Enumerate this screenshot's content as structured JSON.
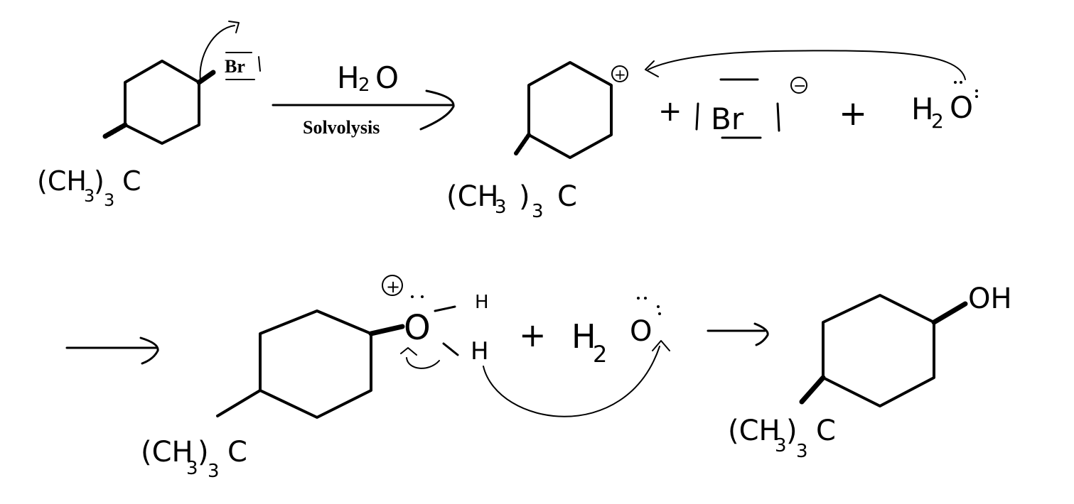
{
  "reaction": {
    "reactant": {
      "leaving_group": "Br",
      "substituent": "(CH3)3C",
      "substituent_parts": {
        "open": "(CH",
        "sub3": "3",
        "close": ")",
        "sub3b": "3",
        "tail": "C"
      }
    },
    "step1_arrow": {
      "reagent_top": "H2O",
      "reagent_top_parts": {
        "h": "H",
        "sub": "2",
        "o": "O"
      },
      "reagent_bottom": "Solvolysis"
    },
    "intermediate": {
      "charge": "+",
      "substituent": "(CH3)3C",
      "plus1": "+",
      "bromide": "Br",
      "bromide_charge": "−",
      "plus2": "+",
      "water_h": "H",
      "water_sub": "2",
      "water_o": "O"
    },
    "oxonium": {
      "charge": "+",
      "oxygen": "O",
      "h_top": "H",
      "h_bottom": "H",
      "plus": "+",
      "water_h": "H",
      "water_sub": "2",
      "water_o": "O",
      "substituent": "(CH3)3C"
    },
    "product": {
      "hydroxyl": "OH",
      "substituent": "(CH3)3C"
    },
    "sub_small": "3"
  }
}
